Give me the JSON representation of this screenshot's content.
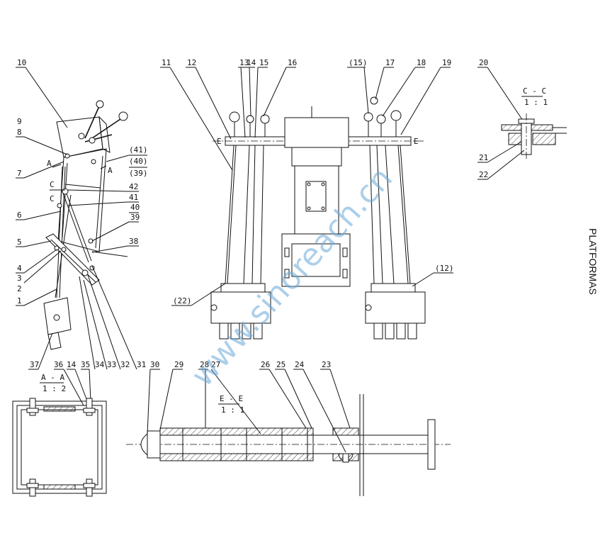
{
  "labels": {
    "p1": "1",
    "p2": "2",
    "p3": "3",
    "p4": "4",
    "p5": "5",
    "p6": "6",
    "p7": "7",
    "p8": "8",
    "p9": "9",
    "p10": "10",
    "p11": "11",
    "p12": "12",
    "p13": "13",
    "p14": "14",
    "p15": "15",
    "p16": "16",
    "p15b": "(15)",
    "p17": "17",
    "p18": "18",
    "p19": "19",
    "p20": "20",
    "p21": "21",
    "p22": "22",
    "p22b": "(22)",
    "p12b": "(12)",
    "p23": "23",
    "p24": "24",
    "p25": "25",
    "p26": "26",
    "p27": "27",
    "p28": "28",
    "p29": "29",
    "p30": "30",
    "p31": "31",
    "p32": "32",
    "p33": "33",
    "p34": "34",
    "p35": "35",
    "p36": "36",
    "p37": "37",
    "p38": "38",
    "p39": "39",
    "p40": "40",
    "p41": "41",
    "p42": "42",
    "p39b": "(39)",
    "p40b": "(40)",
    "p41b": "(41)",
    "p14b": "14"
  },
  "sections": {
    "aa_title": "A - A",
    "aa_scale": "1 : 2",
    "cc_title": "C - C",
    "cc_scale": "1 : 1",
    "ee_title": "E - E",
    "ee_scale": "1 : 1",
    "a_mark": "A",
    "c_mark": "C",
    "e_mark": "E"
  },
  "side_title": "PLATFORMAS",
  "watermark": "www.sinoreach.cn",
  "colors": {
    "watermark": "#6aa9d8",
    "line": "#111111"
  }
}
